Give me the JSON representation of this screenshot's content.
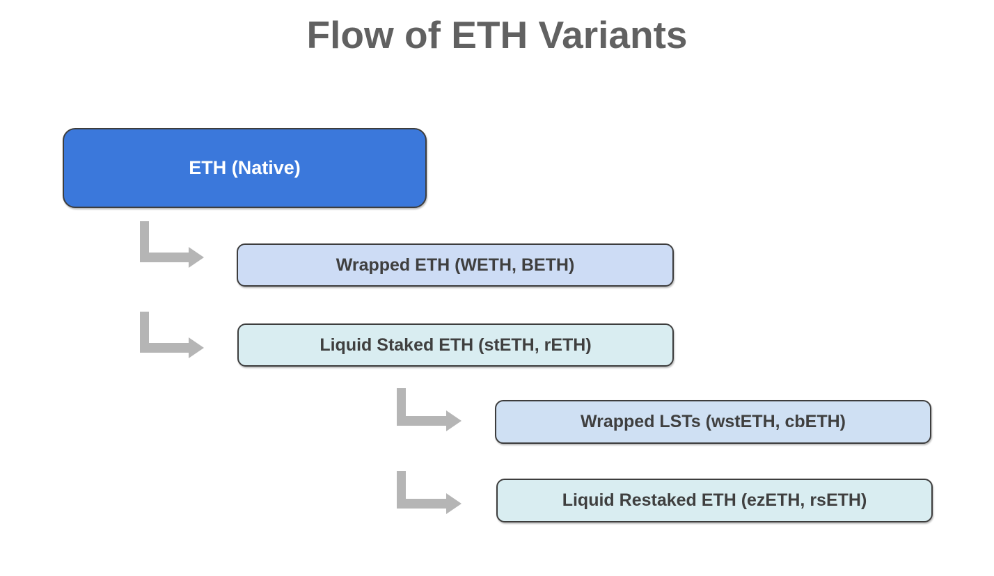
{
  "title": "Flow of ETH Variants",
  "colors": {
    "background": "#ffffff",
    "title_text": "#616161",
    "node_border": "#3d3d3d",
    "arrow": "#b5b5b5",
    "node_text_dark": "#3f3f3f",
    "node_text_light": "#ffffff"
  },
  "nodes": [
    {
      "id": "eth-native",
      "label": "ETH (Native)",
      "fill": "#3b78db",
      "text_color": "#ffffff"
    },
    {
      "id": "wrapped-eth",
      "label": "Wrapped ETH (WETH, BETH)",
      "fill": "#cddcf5",
      "text_color": "#3f3f3f"
    },
    {
      "id": "liquid-staked-eth",
      "label": "Liquid Staked ETH (stETH, rETH)",
      "fill": "#d9edf1",
      "text_color": "#3f3f3f"
    },
    {
      "id": "wrapped-lsts",
      "label": "Wrapped LSTs (wstETH, cbETH)",
      "fill": "#cfe0f3",
      "text_color": "#3f3f3f"
    },
    {
      "id": "liquid-restaked-eth",
      "label": "Liquid Restaked ETH (ezETH, rsETH)",
      "fill": "#d9edf1",
      "text_color": "#3f3f3f"
    }
  ],
  "edges": [
    {
      "from": "eth-native",
      "to": "wrapped-eth"
    },
    {
      "from": "eth-native",
      "to": "liquid-staked-eth"
    },
    {
      "from": "liquid-staked-eth",
      "to": "wrapped-lsts"
    },
    {
      "from": "liquid-staked-eth",
      "to": "liquid-restaked-eth"
    }
  ]
}
